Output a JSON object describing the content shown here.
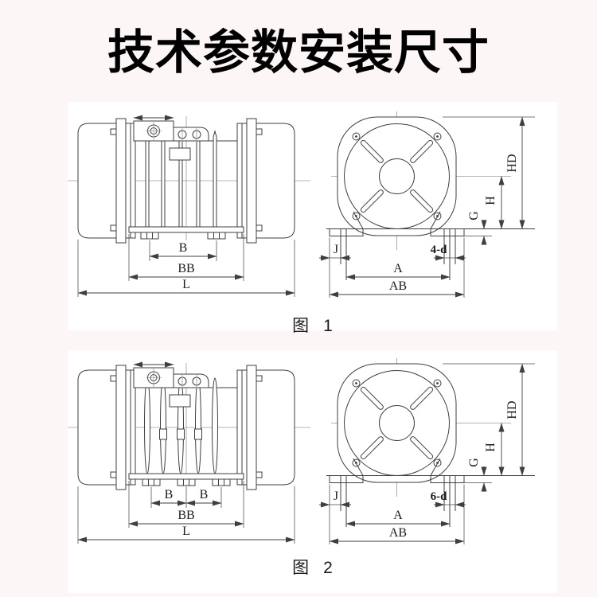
{
  "page": {
    "title": "技术参数安装尺寸",
    "colors": {
      "background": "#fcf6f6",
      "panel": "#ffffff",
      "line": "#3f3f3f",
      "centerline": "#9b9b9b",
      "label_text": "#1c1c1c",
      "title_text": "#000000"
    }
  },
  "figures": [
    {
      "caption": {
        "label": "图",
        "number": "1"
      },
      "side_view": {
        "labels": {
          "b": "B",
          "bb": "BB",
          "l": "L"
        }
      },
      "front_view": {
        "labels": {
          "hd": "HD",
          "h": "H",
          "g": "G",
          "j": "J",
          "holes": "4-d",
          "a": "A",
          "ab": "AB"
        }
      }
    },
    {
      "caption": {
        "label": "图",
        "number": "2"
      },
      "side_view": {
        "labels": {
          "b1": "B",
          "b2": "B",
          "bb": "BB",
          "l": "L"
        }
      },
      "front_view": {
        "labels": {
          "hd": "HD",
          "h": "H",
          "g": "G",
          "j": "J",
          "holes": "6-d",
          "a": "A",
          "ab": "AB"
        }
      }
    }
  ]
}
